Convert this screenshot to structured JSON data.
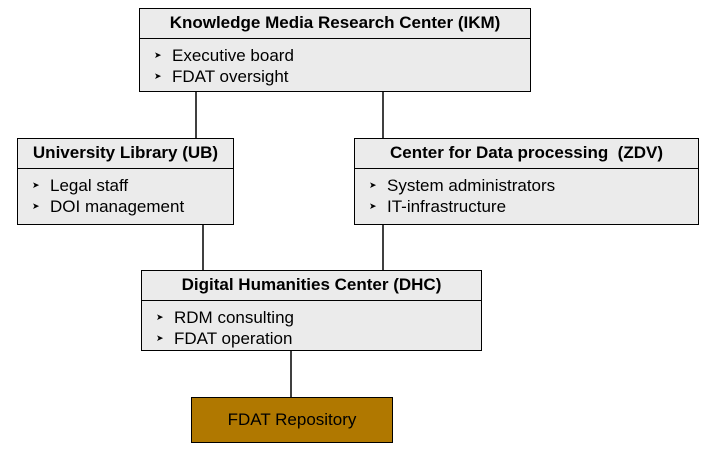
{
  "diagram": {
    "ikm": {
      "title": "Knowledge Media Research Center (IKM)",
      "items": [
        "Executive board",
        "FDAT oversight"
      ]
    },
    "ub": {
      "title": "University Library (UB)",
      "items": [
        "Legal staff",
        "DOI management"
      ]
    },
    "zdv": {
      "title": "Center for Data processing  (ZDV)",
      "items": [
        "System administrators",
        "IT-infrastructure"
      ]
    },
    "dhc": {
      "title": "Digital Humanities Center (DHC)",
      "items": [
        "RDM consulting",
        "FDAT operation"
      ]
    },
    "repository": {
      "label": "FDAT Repository",
      "fill_color": "#b07800"
    },
    "box_fill_color": "#ebebeb",
    "bullet_icon": "arrowhead-bullet-icon"
  }
}
